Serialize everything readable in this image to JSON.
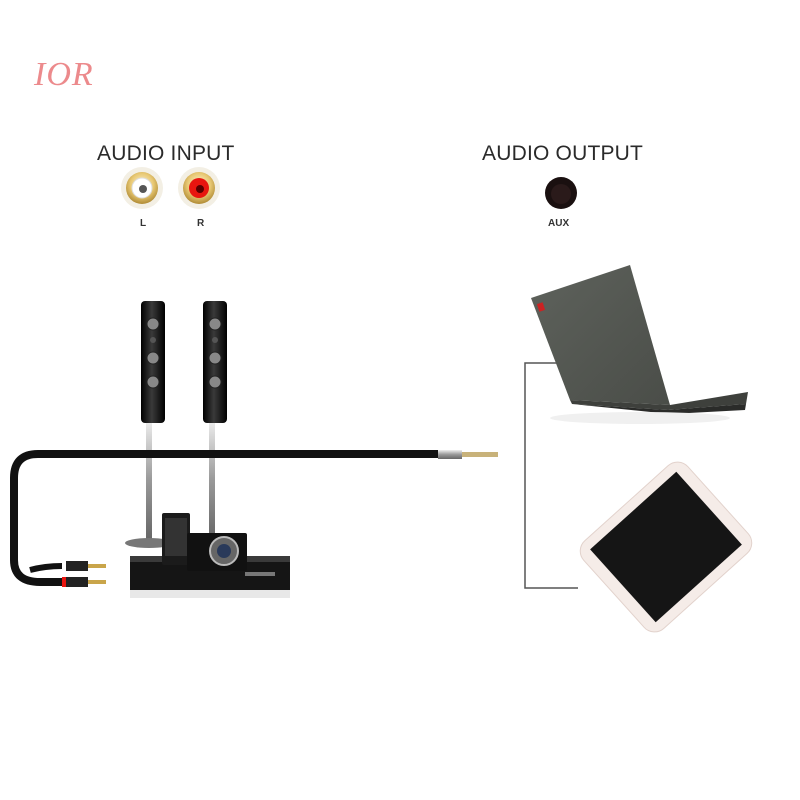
{
  "watermark": {
    "text": "IOR",
    "color": "#ec8a8c"
  },
  "audio_input": {
    "title": "AUDIO INPUT",
    "ports": [
      {
        "label": "L",
        "color": "#ffffff"
      },
      {
        "label": "R",
        "color": "#e8150f"
      }
    ]
  },
  "audio_output": {
    "title": "AUDIO OUTPUT",
    "port": {
      "label": "AUX",
      "color": "#1a1010"
    }
  },
  "devices": {
    "left": [
      "speaker-left",
      "speaker-right",
      "home-theater-receiver",
      "camera",
      "media-player"
    ],
    "right": [
      "laptop",
      "smartphone"
    ]
  },
  "cable": {
    "type": "3.5mm to 2 RCA",
    "color": "#111111"
  }
}
